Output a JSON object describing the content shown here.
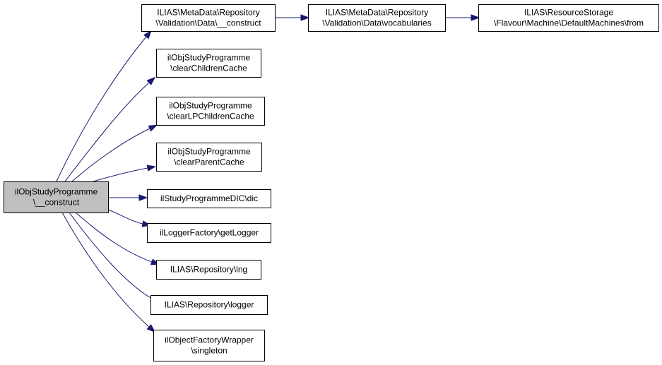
{
  "colors": {
    "root_fill": "#bfbfbf",
    "node_fill": "#ffffff",
    "border": "#000000",
    "edge": "#191970"
  },
  "nodes": [
    {
      "id": "root",
      "lines": [
        "ilObjStudyProgramme",
        "\\__construct"
      ],
      "root": true
    },
    {
      "id": "md_construct",
      "lines": [
        "ILIAS\\MetaData\\Repository",
        "\\Validation\\Data\\__construct"
      ]
    },
    {
      "id": "md_vocab",
      "lines": [
        "ILIAS\\MetaData\\Repository",
        "\\Validation\\Data\\vocabularies"
      ]
    },
    {
      "id": "rs_from",
      "lines": [
        "ILIAS\\ResourceStorage",
        "\\Flavour\\Machine\\DefaultMachines\\from"
      ]
    },
    {
      "id": "clear_children",
      "lines": [
        "ilObjStudyProgramme",
        "\\clearChildrenCache"
      ]
    },
    {
      "id": "clear_lp",
      "lines": [
        "ilObjStudyProgramme",
        "\\clearLPChildrenCache"
      ]
    },
    {
      "id": "clear_parent",
      "lines": [
        "ilObjStudyProgramme",
        "\\clearParentCache"
      ]
    },
    {
      "id": "dic",
      "lines": [
        "ilStudyProgrammeDIC\\dic"
      ]
    },
    {
      "id": "get_logger",
      "lines": [
        "ilLoggerFactory\\getLogger"
      ]
    },
    {
      "id": "lng",
      "lines": [
        "ILIAS\\Repository\\lng"
      ]
    },
    {
      "id": "logger",
      "lines": [
        "ILIAS\\Repository\\logger"
      ]
    },
    {
      "id": "singleton",
      "lines": [
        "ilObjectFactoryWrapper",
        "\\singleton"
      ]
    }
  ],
  "edges": [
    {
      "from": "root",
      "to": "md_construct"
    },
    {
      "from": "root",
      "to": "clear_children"
    },
    {
      "from": "root",
      "to": "clear_lp"
    },
    {
      "from": "root",
      "to": "clear_parent"
    },
    {
      "from": "root",
      "to": "dic"
    },
    {
      "from": "root",
      "to": "get_logger"
    },
    {
      "from": "root",
      "to": "lng"
    },
    {
      "from": "root",
      "to": "logger"
    },
    {
      "from": "root",
      "to": "singleton"
    },
    {
      "from": "md_construct",
      "to": "md_vocab"
    },
    {
      "from": "md_vocab",
      "to": "rs_from"
    }
  ]
}
